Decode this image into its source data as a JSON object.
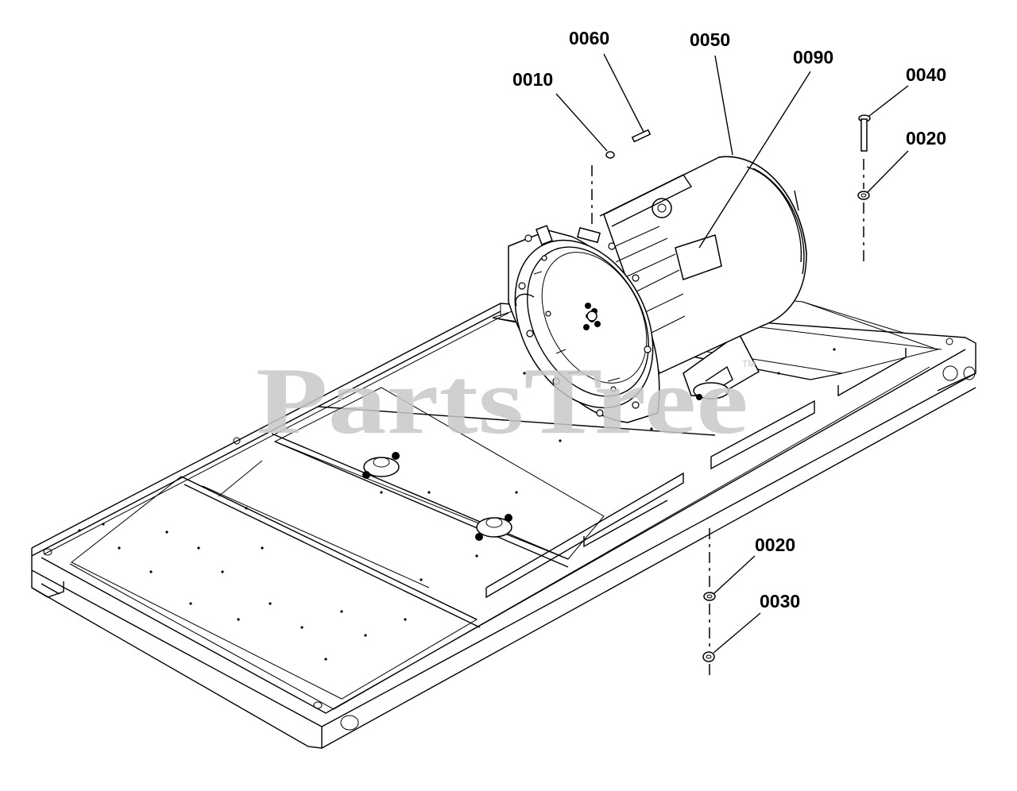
{
  "watermark": {
    "text": "PartsTree",
    "trademark": "TM"
  },
  "callouts": [
    {
      "id": "0010",
      "label": "0010"
    },
    {
      "id": "0060",
      "label": "0060"
    },
    {
      "id": "0050",
      "label": "0050"
    },
    {
      "id": "0090",
      "label": "0090"
    },
    {
      "id": "0040",
      "label": "0040"
    },
    {
      "id": "0020-top",
      "label": "0020"
    },
    {
      "id": "0020-bottom",
      "label": "0020"
    },
    {
      "id": "0030",
      "label": "0030"
    }
  ]
}
